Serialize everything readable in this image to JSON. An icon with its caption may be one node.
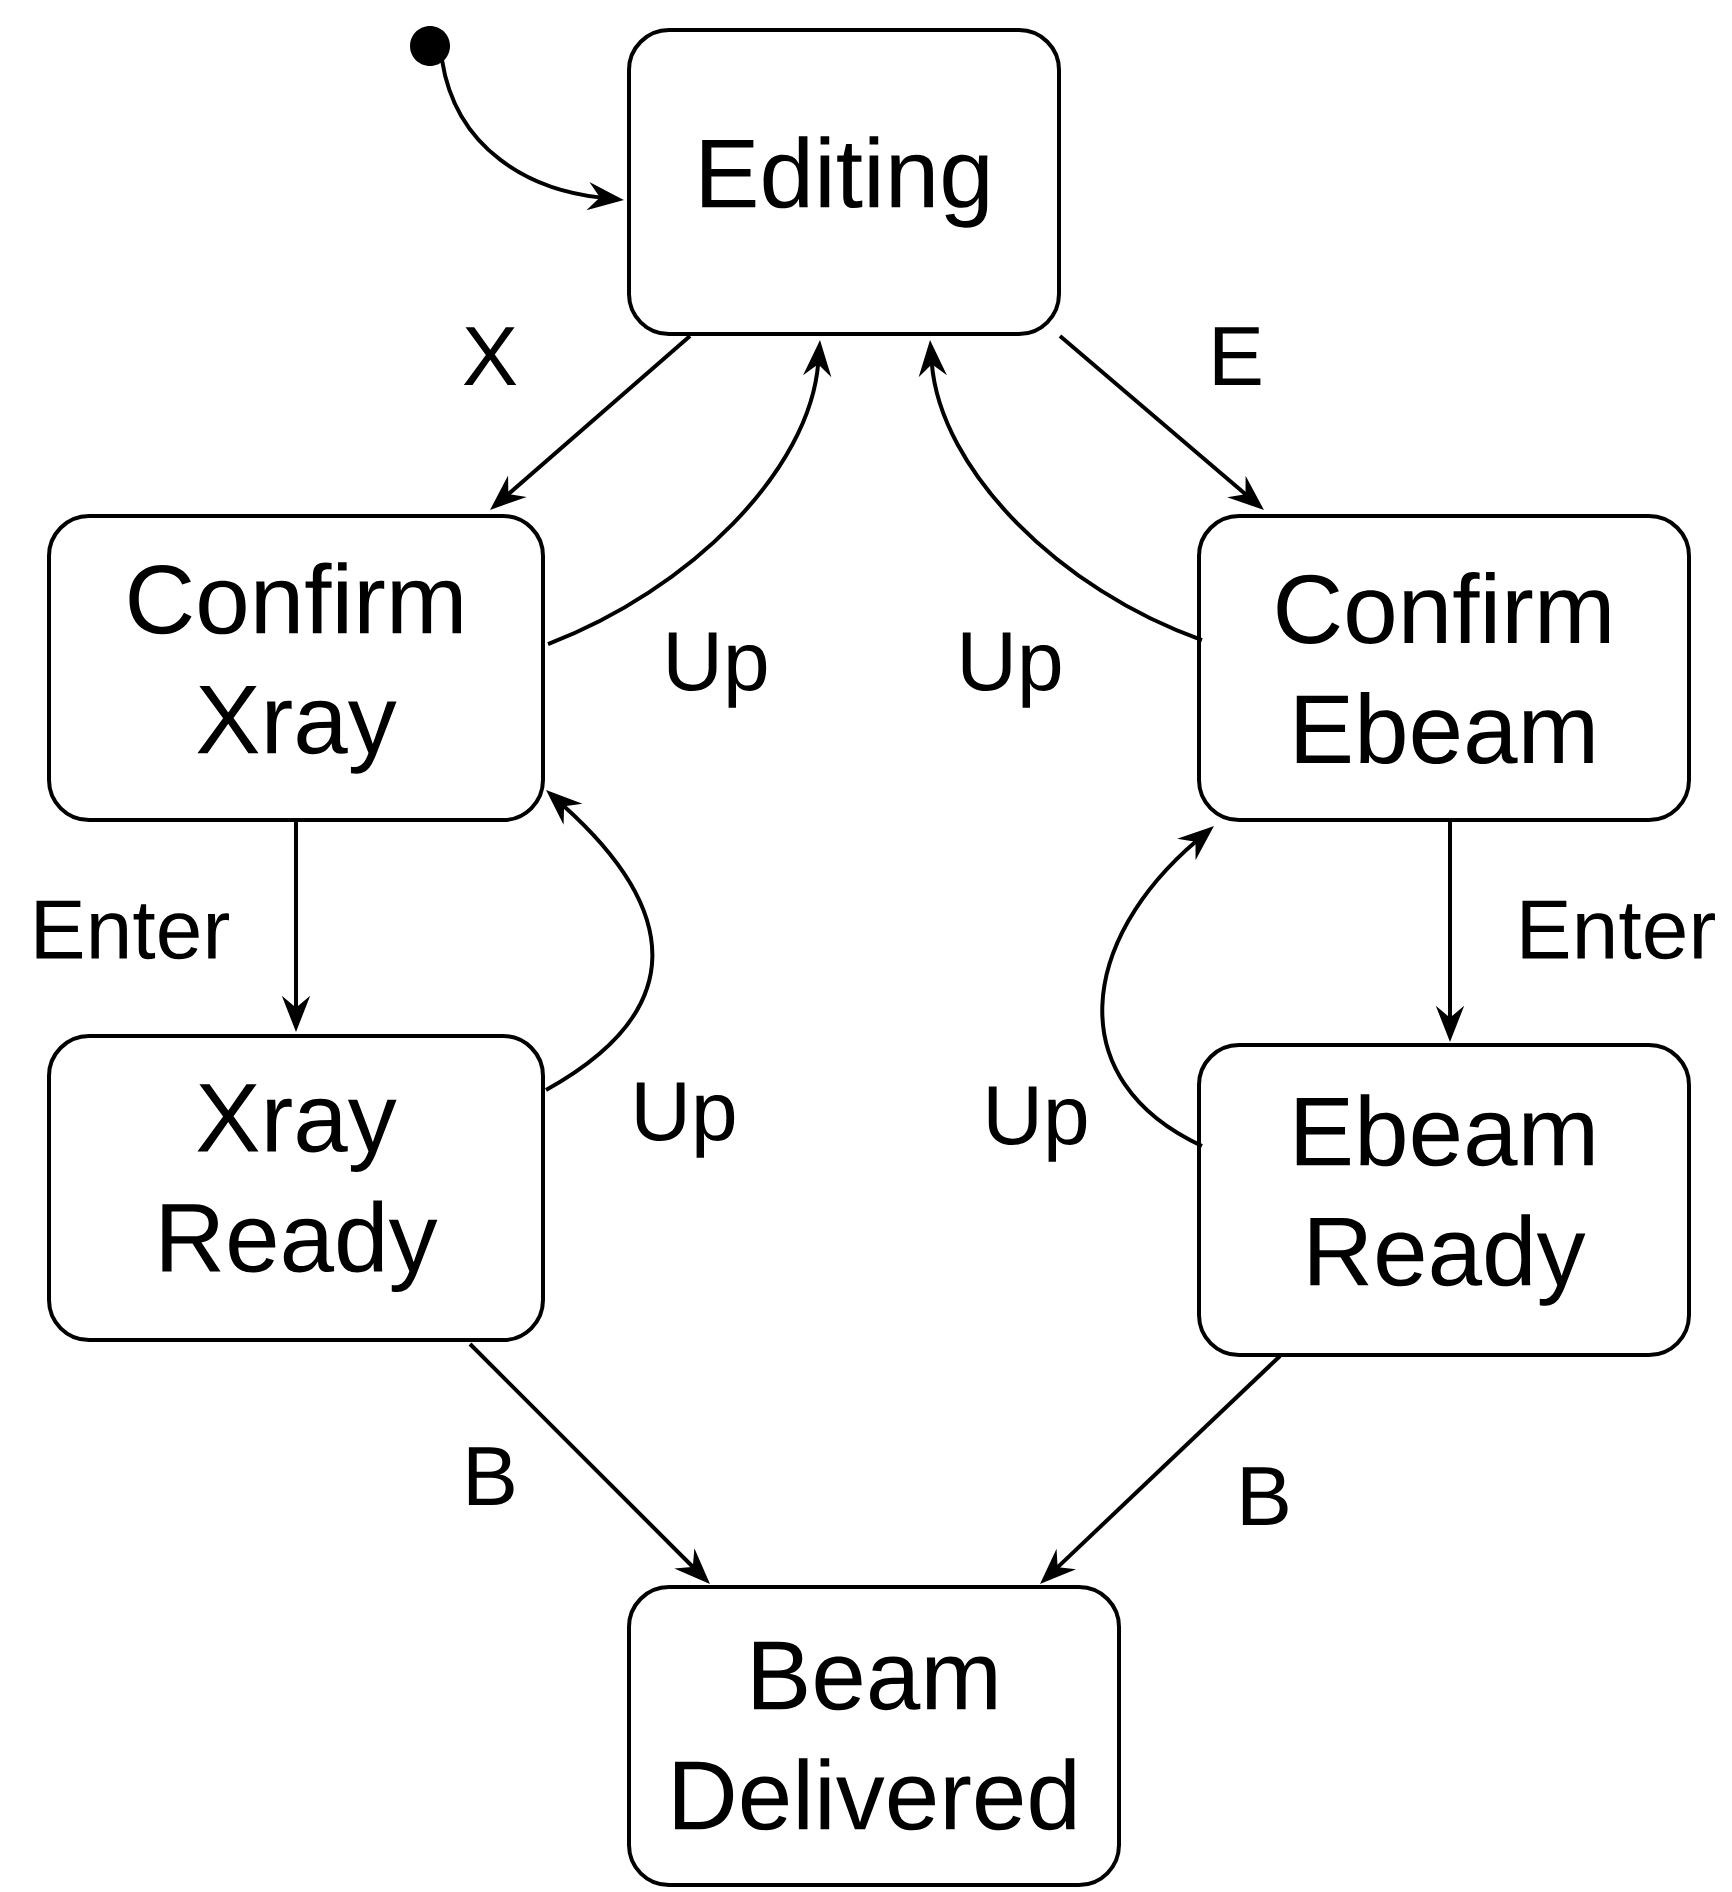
{
  "diagram": {
    "nodes": [
      {
        "text": [],
        "shape": "circle"
      },
      {
        "text": [
          "Editing"
        ]
      },
      {
        "text": [
          "Confirm Xray"
        ]
      },
      {
        "text": [
          "Confirm Ebeam"
        ]
      },
      {
        "text": [
          "Xray Ready"
        ]
      },
      {
        "text": [
          "Ebeam Ready"
        ]
      },
      {
        "text": [
          "Beam Delivered"
        ]
      }
    ],
    "edges": [
      {
        "from": 0,
        "to": 1,
        "arrow": "to"
      },
      {
        "from": 1,
        "to": 2,
        "arrow": "to",
        "label": "X"
      },
      {
        "from": 2,
        "to": 1,
        "arrow": "to",
        "label": "Up"
      },
      {
        "from": 1,
        "to": 3,
        "arrow": "to",
        "label": "E"
      },
      {
        "from": 3,
        "to": 1,
        "arrow": "to",
        "label": "Up"
      },
      {
        "from": 2,
        "to": 4,
        "arrow": "to",
        "label": "Enter"
      },
      {
        "from": 4,
        "to": 2,
        "arrow": "to",
        "label": "Up"
      },
      {
        "from": 3,
        "to": 5,
        "arrow": "to",
        "label": "Enter"
      },
      {
        "from": 5,
        "to": 3,
        "arrow": "to",
        "label": "Up"
      },
      {
        "from": 4,
        "to": 6,
        "arrow": "to",
        "label": "B"
      },
      {
        "from": 5,
        "to": 6,
        "arrow": "to",
        "label": "B"
      }
    ]
  }
}
